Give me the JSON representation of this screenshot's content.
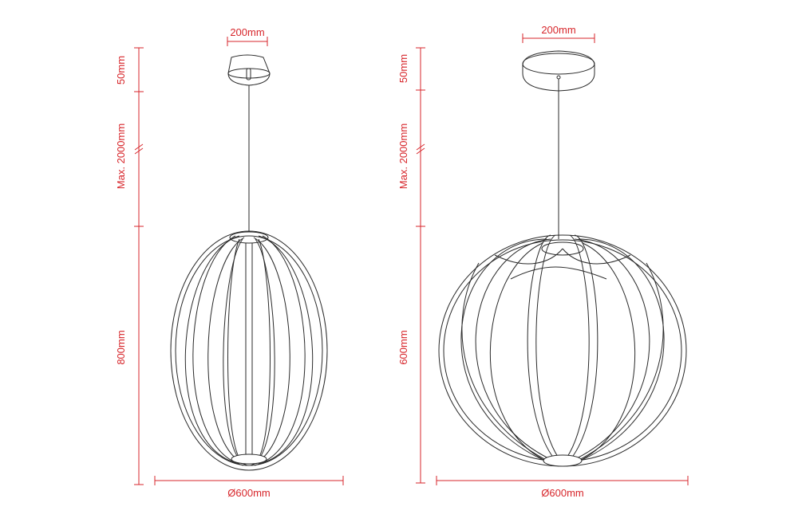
{
  "left_lamp": {
    "canopy_width": "200mm",
    "canopy_height": "50mm",
    "cable_length": "Max. 2000mm",
    "body_height": "800mm",
    "diameter": "Ø600mm"
  },
  "right_lamp": {
    "canopy_width": "200mm",
    "canopy_height": "50mm",
    "cable_length": "Max. 2000mm",
    "body_height": "600mm",
    "diameter": "Ø600mm"
  },
  "colors": {
    "dimension": "#d7262b",
    "line": "#2a2a2a"
  }
}
